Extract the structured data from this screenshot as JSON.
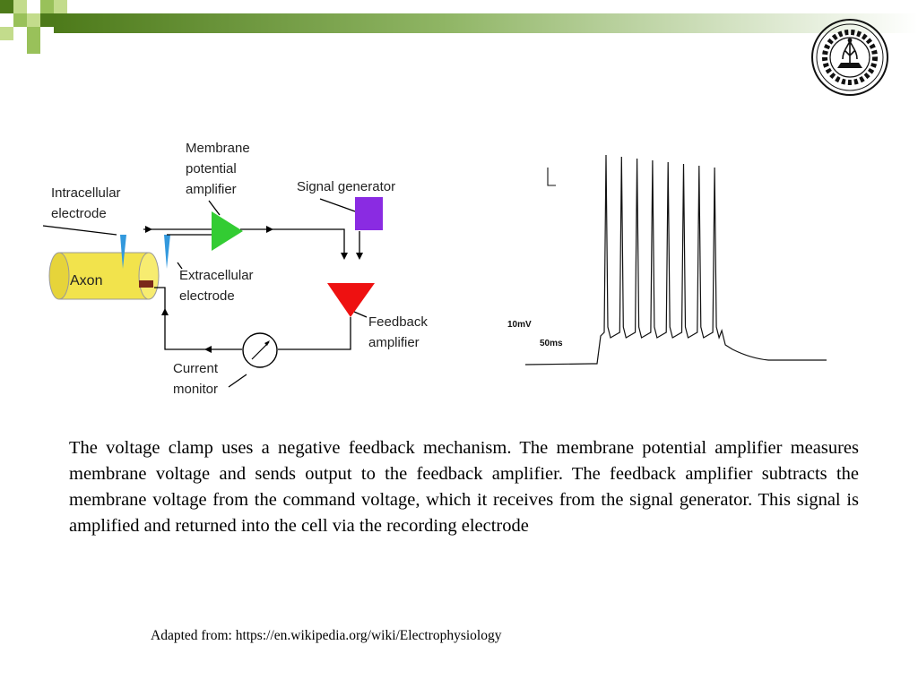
{
  "header": {
    "accent_dark": "#4d7a1a",
    "accent_light": "#99c15a"
  },
  "logo": {
    "name": "university-seal"
  },
  "diagram": {
    "labels": {
      "membrane_amp": "Membrane\npotential\namplifier",
      "intracellular": "Intracellular\nelectrode",
      "signal_gen": "Signal generator",
      "axon": "Axon",
      "extracellular": "Extracellular\nelectrode",
      "feedback": "Feedback\namplifier",
      "current_monitor": "Current\nmonitor"
    },
    "colors": {
      "amplifier": "#33cc33",
      "signal_generator": "#8a2be2",
      "feedback_amplifier": "#ee1111",
      "axon": "#f2e34c",
      "electrode": "#3399dd"
    }
  },
  "trace": {
    "scale_voltage": "10mV",
    "scale_time": "50ms",
    "spike_count": 8
  },
  "caption": {
    "text": "The voltage clamp uses a negative feedback mechanism. The membrane potential amplifier measures membrane voltage and sends output to the feedback amplifier. The feedback amplifier subtracts the membrane voltage from the command voltage, which it receives from the signal generator. This signal is amplified and returned into the cell via the recording electrode"
  },
  "credit": {
    "text": "Adapted from: https://en.wikipedia.org/wiki/Electrophysiology"
  }
}
